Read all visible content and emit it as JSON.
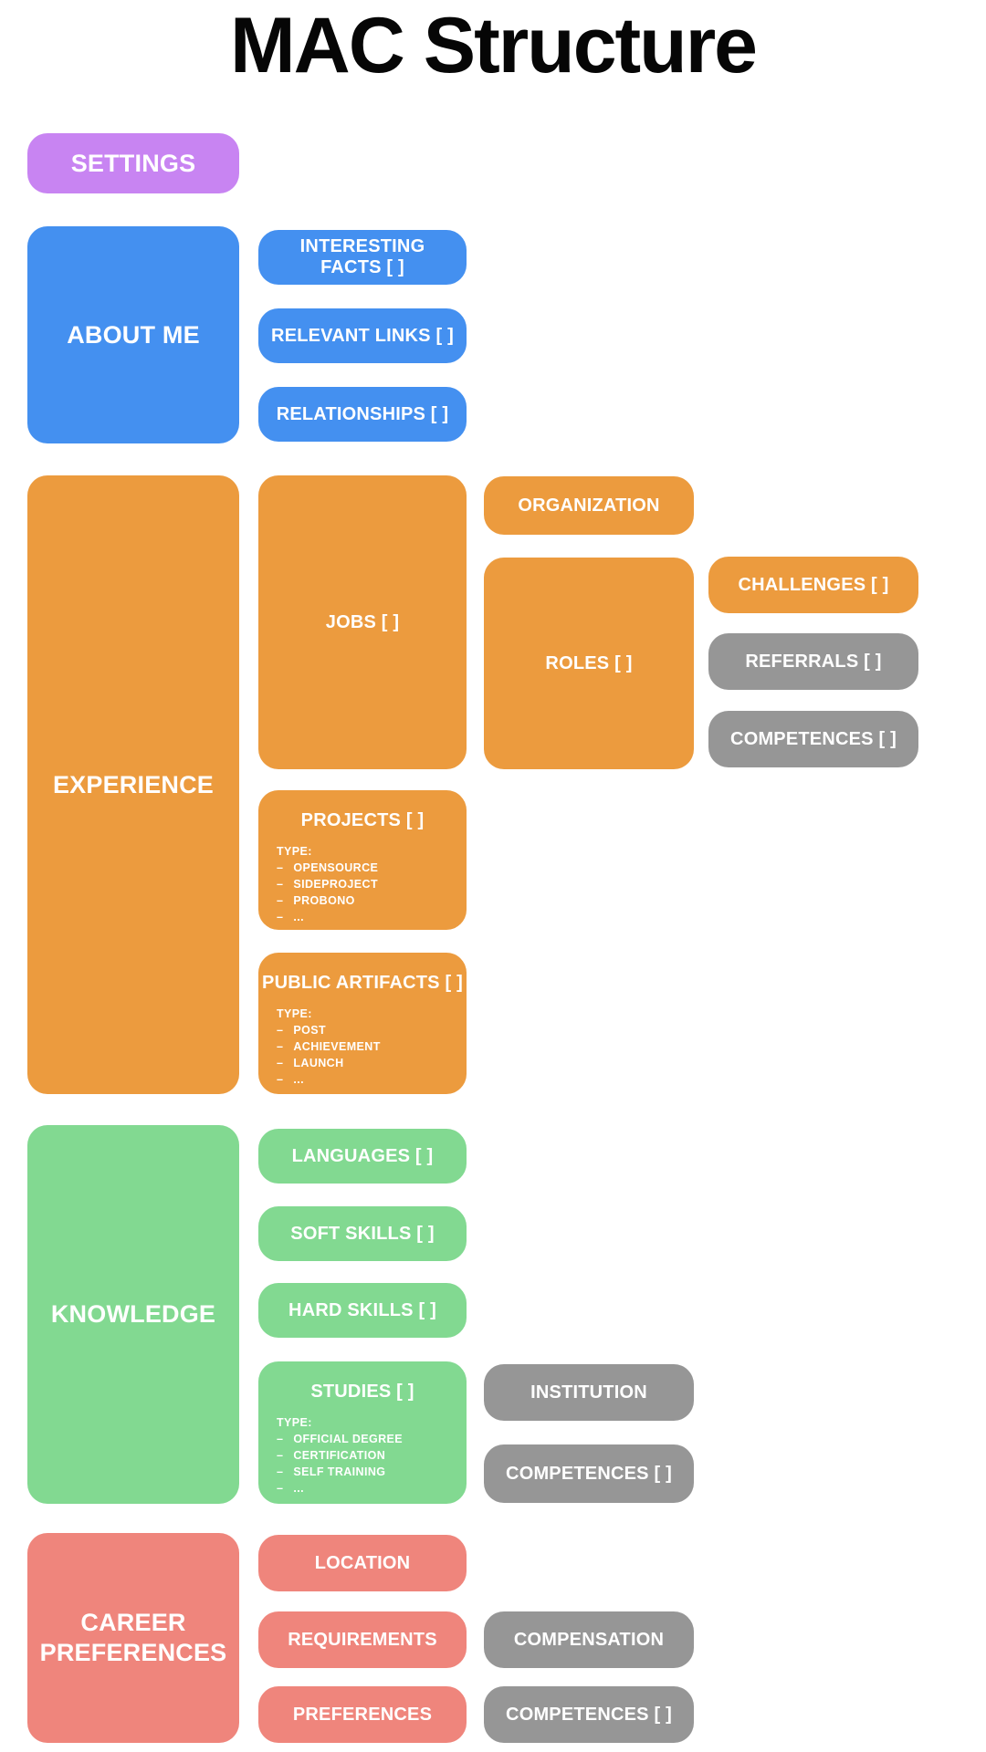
{
  "title": "MAC Structure",
  "bullet": "–",
  "colors": {
    "purple": "#c884f2",
    "blue": "#4490f0",
    "orange": "#ec9b3e",
    "green": "#82d991",
    "salmon": "#ef857c",
    "gray": "#969696",
    "text": "#ffffff",
    "title_text": "#060606",
    "background": "#ffffff"
  },
  "settings": {
    "label": "SETTINGS"
  },
  "about": {
    "label": "ABOUT ME",
    "interesting_facts": "INTERESTING FACTS [ ]",
    "relevant_links": "RELEVANT LINKS [ ]",
    "relationships": "RELATIONSHIPS [ ]"
  },
  "experience": {
    "label": "EXPERIENCE",
    "jobs": "JOBS [ ]",
    "organization": "ORGANIZATION",
    "roles": "ROLES [ ]",
    "challenges": "CHALLENGES [ ]",
    "referrals": "REFERRALS [ ]",
    "competences": "COMPETENCES [ ]",
    "projects": {
      "label": "PROJECTS [ ]",
      "type_title": "TYPE:",
      "types": [
        "OPENSOURCE",
        "SIDEPROJECT",
        "PROBONO",
        "..."
      ]
    },
    "public_artifacts": {
      "label": "PUBLIC ARTIFACTS [ ]",
      "type_title": "TYPE:",
      "types": [
        "POST",
        "ACHIEVEMENT",
        "LAUNCH",
        "..."
      ]
    }
  },
  "knowledge": {
    "label": "KNOWLEDGE",
    "languages": "LANGUAGES [ ]",
    "soft_skills": "SOFT SKILLS [ ]",
    "hard_skills": "HARD SKILLS [ ]",
    "studies": {
      "label": "STUDIES [ ]",
      "type_title": "TYPE:",
      "types": [
        "OFFICIAL DEGREE",
        "CERTIFICATION",
        "SELF TRAINING",
        "..."
      ]
    },
    "institution": "INSTITUTION",
    "competences": "COMPETENCES [ ]"
  },
  "career": {
    "label": "CAREER PREFERENCES",
    "location": "LOCATION",
    "requirements": "REQUIREMENTS",
    "preferences": "PREFERENCES",
    "compensation": "COMPENSATION",
    "competences": "COMPETENCES [ ]"
  }
}
